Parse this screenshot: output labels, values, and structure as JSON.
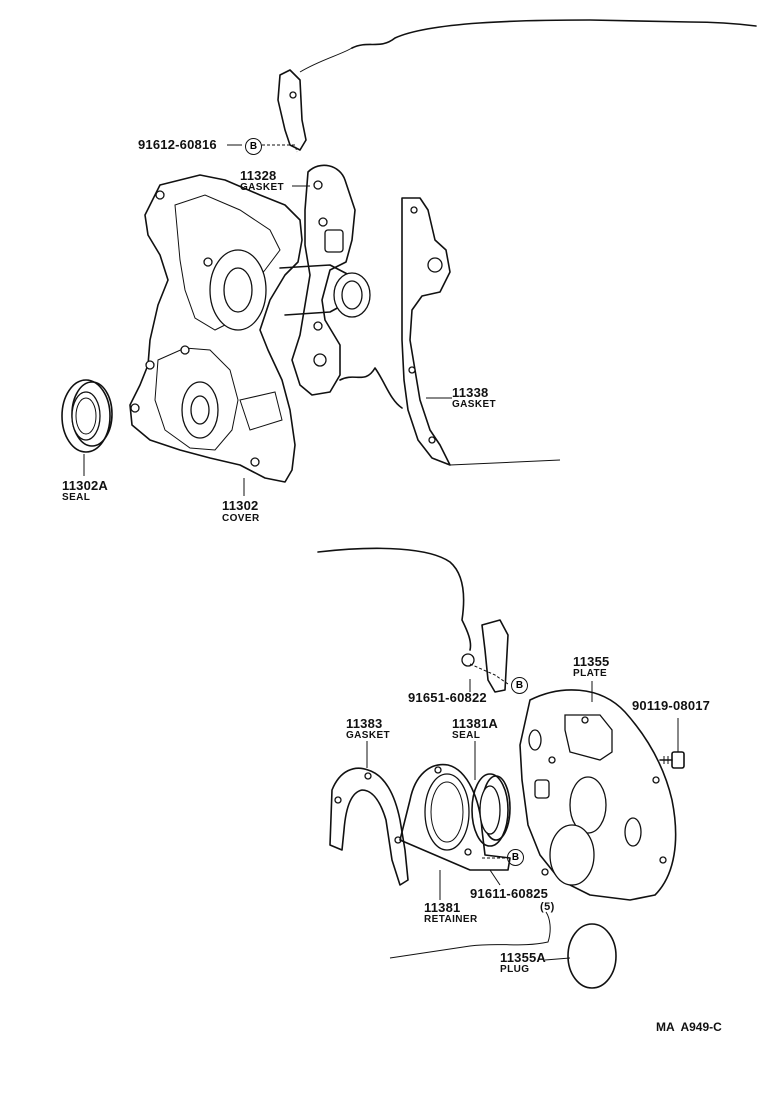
{
  "parts": {
    "p91612": {
      "number": "91612-60816",
      "marker": "B"
    },
    "p11328": {
      "number": "11328",
      "desc": "GASKET"
    },
    "p11338": {
      "number": "11338",
      "desc": "GASKET"
    },
    "p11302A": {
      "number": "11302A",
      "desc": "SEAL"
    },
    "p11302": {
      "number": "11302",
      "desc": "COVER"
    },
    "p11355": {
      "number": "11355",
      "desc": "PLATE"
    },
    "p91651": {
      "number": "91651-60822",
      "marker": "B"
    },
    "p90119": {
      "number": "90119-08017"
    },
    "p11383": {
      "number": "11383",
      "desc": "GASKET"
    },
    "p11381A": {
      "number": "11381A",
      "desc": "SEAL"
    },
    "p91611": {
      "number": "91611-60825",
      "qty": "(5)",
      "marker": "B"
    },
    "p11381": {
      "number": "11381",
      "desc": "RETAINER"
    },
    "p11355A": {
      "number": "11355A",
      "desc": "PLUG"
    }
  },
  "footer": {
    "code": "MA  A949-C"
  },
  "colors": {
    "line": "#111111",
    "background": "#ffffff"
  }
}
